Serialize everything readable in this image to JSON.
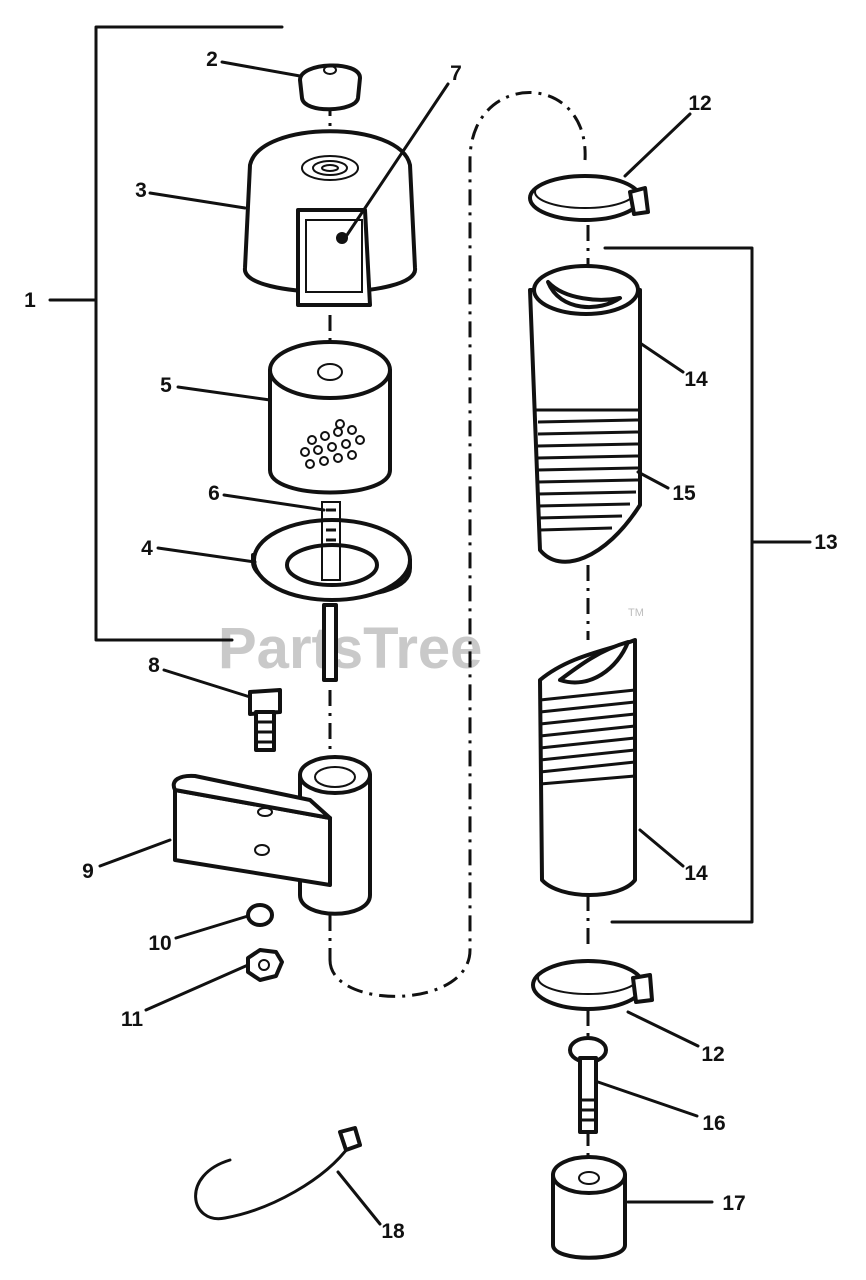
{
  "watermark": {
    "brand": "PartsTree",
    "trademark": "TM"
  },
  "callouts": [
    "1",
    "2",
    "3",
    "4",
    "5",
    "6",
    "7",
    "8",
    "9",
    "10",
    "11",
    "12",
    "12",
    "13",
    "14",
    "14",
    "15",
    "16",
    "17",
    "18"
  ]
}
